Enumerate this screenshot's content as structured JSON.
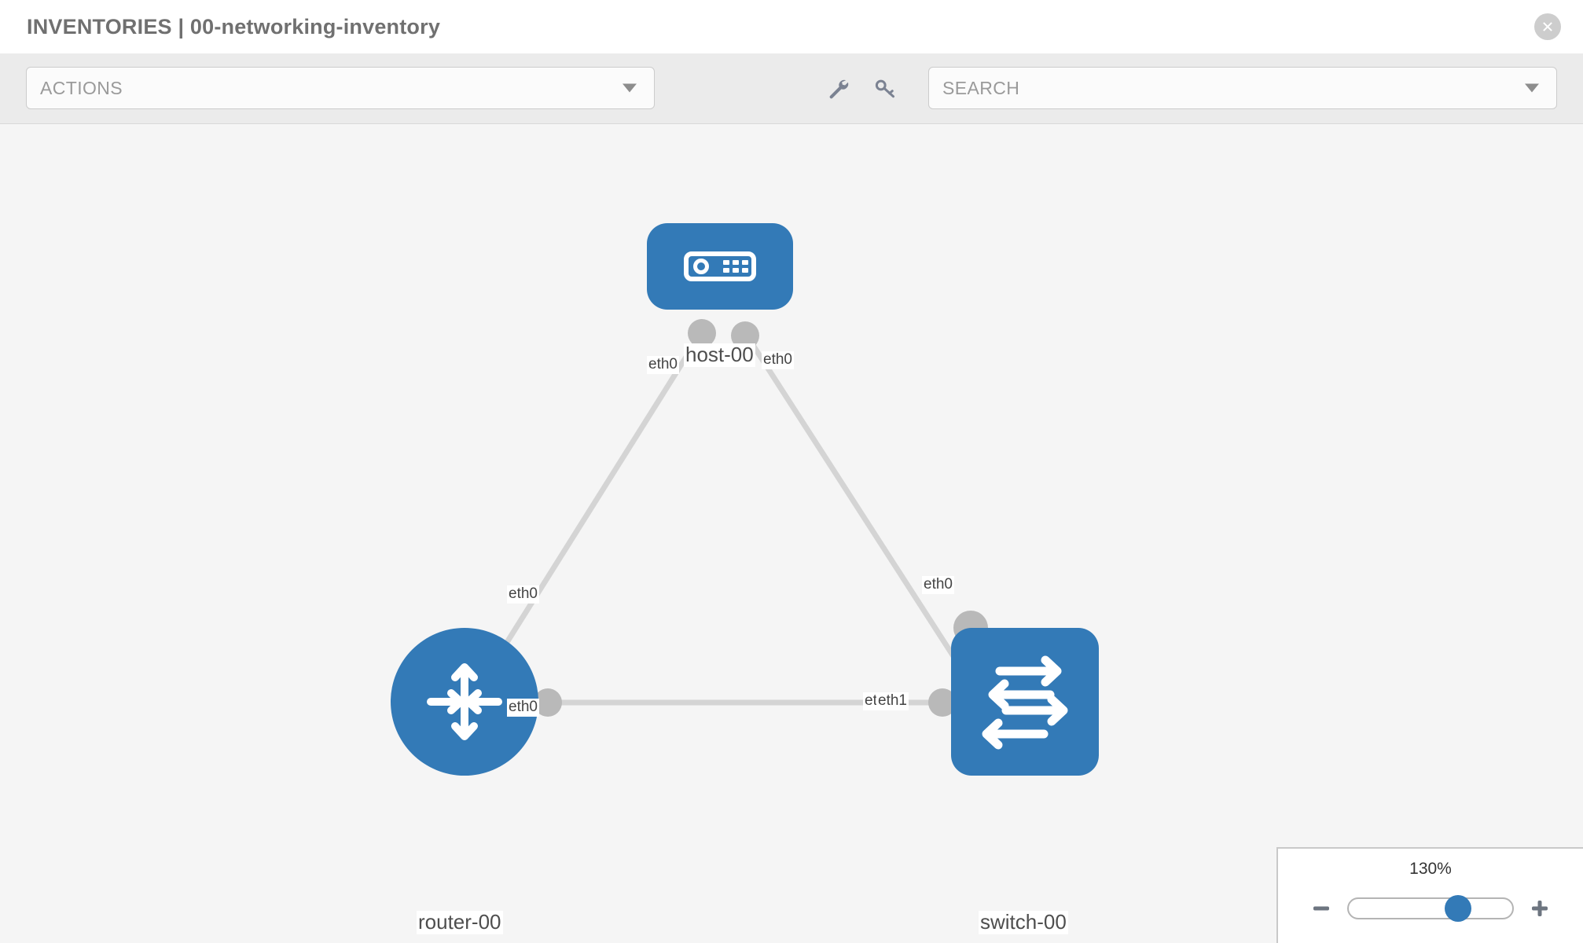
{
  "header": {
    "title": "INVENTORIES | 00-networking-inventory",
    "close_icon": "close-circle-icon"
  },
  "toolbar": {
    "actions_label": "ACTIONS",
    "actions_caret_icon": "chevron-down-icon",
    "wrench_icon": "wrench-icon",
    "key_icon": "key-icon",
    "search_placeholder": "SEARCH",
    "search_value": "",
    "search_caret_icon": "chevron-down-icon"
  },
  "topology": {
    "nodes": [
      {
        "id": "host-00",
        "label": "host-00",
        "type": "host",
        "icon": "server-icon",
        "shape": "rounded",
        "color": "#337ab7"
      },
      {
        "id": "router-00",
        "label": "router-00",
        "type": "router",
        "icon": "router-arrows-icon",
        "shape": "circle",
        "color": "#337ab7"
      },
      {
        "id": "switch-00",
        "label": "switch-00",
        "type": "switch",
        "icon": "switch-arrows-icon",
        "shape": "rounded",
        "color": "#337ab7"
      }
    ],
    "links": [
      {
        "from": "host-00",
        "to": "router-00",
        "from_interface": "eth0",
        "to_interface": "eth0"
      },
      {
        "from": "host-00",
        "to": "switch-00",
        "from_interface": "eth0",
        "to_interface": "eth0"
      },
      {
        "from": "router-00",
        "to": "switch-00",
        "from_interface": "eth0",
        "to_interface": "eth1"
      }
    ],
    "interface_labels": {
      "host_left": "eth0",
      "host_right": "eth0",
      "router_up": "eth0",
      "switch_up": "eth0",
      "router_right": "eth0",
      "switch_left_a": "eth",
      "switch_left_b": "eth1"
    },
    "edge_color": "#d4d4d4",
    "connector_color": "#b9b9b9"
  },
  "zoom": {
    "value_label": "130%",
    "minus_icon": "minus-icon",
    "plus_icon": "plus-icon",
    "thumb_position_percent": 67
  }
}
